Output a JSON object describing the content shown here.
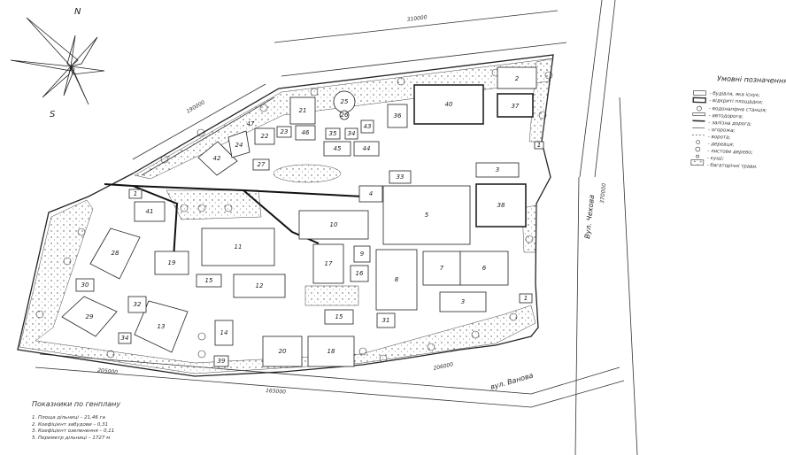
{
  "compass": {
    "north": "N",
    "south": "S"
  },
  "dimensions": {
    "top": "310000",
    "upper_left": "190000",
    "right": "370000",
    "bottom_left": "205000",
    "bottom_mid": "165000",
    "bottom_right": "206000"
  },
  "streets": {
    "east": "Вул. Чехова",
    "south": "вул. Ванова"
  },
  "legend": {
    "title": "Умовні позначення",
    "items": [
      "- будівля, яка існує;",
      "- відкриті площадки;",
      "- водонапірна станція;",
      "- автодорога;",
      "- залізна дорога;",
      "- огорожа;",
      "- ворота;",
      "- деревця;",
      "- листове дерево;",
      "- кущі;",
      "- багаторічні трави."
    ]
  },
  "indicators": {
    "title": "Показники по генплану",
    "items": [
      "1. Площа дільниці – 21,46 га",
      "2. Коефіцієнт забудови – 0,31",
      "3. Коефіцієнт озеленення – 0,11",
      "5. Периметр дільниці – 1727 м"
    ]
  },
  "buildings": {
    "b1": "1",
    "b1b": "1",
    "b1c": "1",
    "b2": "2",
    "b3a": "3",
    "b3b": "3",
    "b4": "4",
    "b5": "5",
    "b6": "6",
    "b7": "7",
    "b8": "8",
    "b9": "9",
    "b10": "10",
    "b11": "11",
    "b12": "12",
    "b13": "13",
    "b14": "14",
    "b15a": "15",
    "b15b": "15",
    "b16": "16",
    "b17": "17",
    "b18": "18",
    "b19": "19",
    "b20": "20",
    "b21": "21",
    "b22": "22",
    "b23": "23",
    "b24": "24",
    "b25": "25",
    "b26": "26",
    "b27": "27",
    "b28": "28",
    "b29": "29",
    "b30": "30",
    "b31": "31",
    "b32": "32",
    "b33": "33",
    "b34": "34",
    "b35": "35",
    "b36": "36",
    "b37": "37",
    "b38": "38",
    "b39": "39",
    "b40": "40",
    "b41": "41",
    "b42": "42",
    "b43": "43",
    "b44": "44",
    "b45": "45",
    "b46": "46",
    "b47": "47"
  }
}
